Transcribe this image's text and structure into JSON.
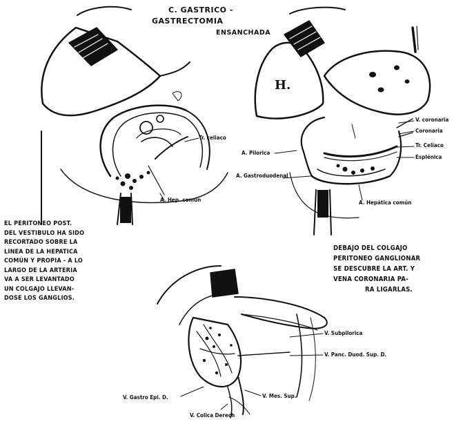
{
  "title": {
    "line1": "C. GASTRICO -",
    "line2": "GASTRECTOMIA",
    "line3": "ENSANCHADA"
  },
  "left_note": {
    "lines": [
      "EL PERITONEO POST.",
      "DEL VESTIBULO HA SIDO",
      "RECORTADO SOBRE LA",
      "LINEA DE LA HEPATICA",
      "COMÚN Y PROPIA - A LO",
      "LARGO DE LA ARTERIA",
      "VA A SER LEVANTADO",
      "UN COLGAJO LLEVAN-",
      "DOSE LOS GANGLIOS."
    ]
  },
  "right_note": {
    "lines": [
      "DEBAJO DEL COLGAJO",
      "PERITONEO GANGLIONAR",
      "SE DESCUBRE LA ART. Y",
      "VENA CORONARIA PA-",
      "RA LIGARLAS."
    ]
  },
  "fig1": {
    "labels": {
      "tr_celiaco": "Tr. celiaco",
      "a_hep_comun": "A. Hep. común"
    }
  },
  "fig2": {
    "liver_letter": "H.",
    "labels": {
      "v_coronaria": "V. coronaria",
      "coronaria": "Coronaria",
      "a_pilorica": "A. Pilorica",
      "tr_celiaco": "Tr. Celiaco",
      "a_gastroduodenal": "A. Gastroduodenal",
      "esplenica": "Esplénica",
      "a_hepatica_comun": "A. Hepática común"
    }
  },
  "fig3": {
    "labels": {
      "v_subpilorica": "V. Subpilorica",
      "v_panc_duod_sup": "V. Panc. Duod. Sup. D.",
      "v_gastro_epi": "V. Gastro Epi. D.",
      "v_mes_sup": "V. Mes. Sup.",
      "v_colica_derech": "V. Colica Derech"
    }
  }
}
